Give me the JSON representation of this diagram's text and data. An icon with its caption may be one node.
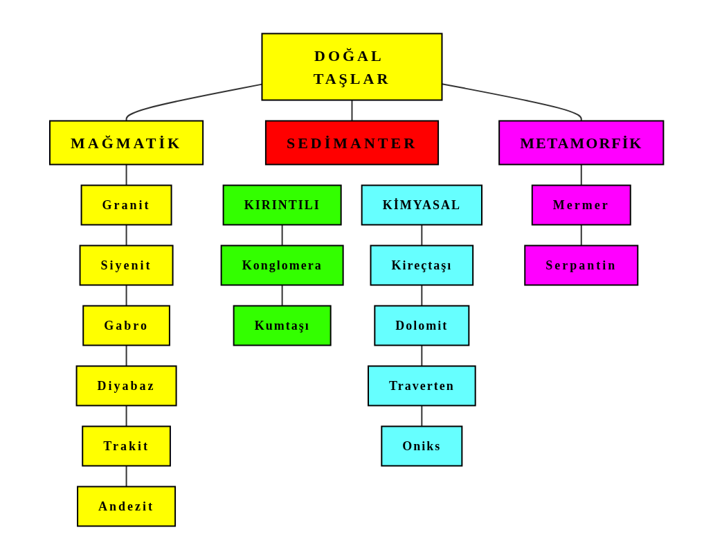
{
  "diagram": {
    "nodes": [
      {
        "text": [
          "DOĞAL TAŞLAR"
        ]
      },
      {
        "text": [
          "MAĞMATİK"
        ]
      },
      {
        "text": [
          "SEDİMANTER"
        ]
      },
      {
        "text": [
          "METAMORFİK"
        ]
      },
      {
        "text": [
          "Granit"
        ]
      },
      {
        "text": [
          "Siyenit"
        ]
      },
      {
        "text": [
          "Gabro"
        ]
      },
      {
        "text": [
          "Diyabaz"
        ]
      },
      {
        "text": [
          "Trakit"
        ]
      },
      {
        "text": [
          "Andezit"
        ]
      },
      {
        "text": [
          "KIRINTILI"
        ]
      },
      {
        "text": [
          "Konglomera"
        ]
      },
      {
        "text": [
          "Kumtaşı"
        ]
      },
      {
        "text": [
          "KİMYASAL"
        ]
      },
      {
        "text": [
          "Kireçtaşı"
        ]
      },
      {
        "text": [
          "Dolomit"
        ]
      },
      {
        "text": [
          "Traverten"
        ]
      },
      {
        "text": [
          "Oniks"
        ]
      },
      {
        "text": [
          "Mermer"
        ]
      },
      {
        "text": [
          "Serpantin"
        ]
      }
    ],
    "edges": [
      {
        "from": 0,
        "to": 1,
        "arrow": "none"
      },
      {
        "from": 0,
        "to": 2,
        "arrow": "none"
      },
      {
        "from": 0,
        "to": 3,
        "arrow": "none"
      },
      {
        "from": 1,
        "to": 4,
        "arrow": "none"
      },
      {
        "from": 4,
        "to": 5,
        "arrow": "none"
      },
      {
        "from": 5,
        "to": 6,
        "arrow": "none"
      },
      {
        "from": 6,
        "to": 7,
        "arrow": "none"
      },
      {
        "from": 7,
        "to": 8,
        "arrow": "none"
      },
      {
        "from": 8,
        "to": 9,
        "arrow": "none"
      },
      {
        "from": 10,
        "to": 11,
        "arrow": "none"
      },
      {
        "from": 11,
        "to": 12,
        "arrow": "none"
      },
      {
        "from": 13,
        "to": 14,
        "arrow": "none"
      },
      {
        "from": 14,
        "to": 15,
        "arrow": "none"
      },
      {
        "from": 15,
        "to": 16,
        "arrow": "none"
      },
      {
        "from": 16,
        "to": 17,
        "arrow": "none"
      },
      {
        "from": 3,
        "to": 18,
        "arrow": "none"
      },
      {
        "from": 18,
        "to": 19,
        "arrow": "none"
      }
    ]
  }
}
